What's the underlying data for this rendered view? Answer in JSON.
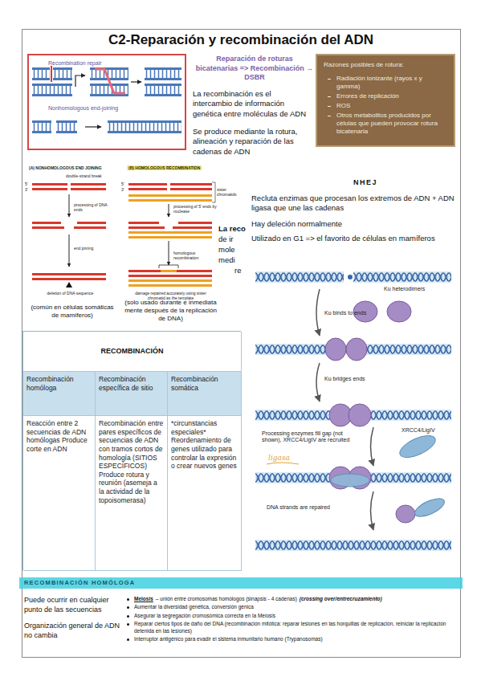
{
  "diagram": {
    "title": "C2-Reparación y recombinación del ADN",
    "nodes": [
      {
        "text": [
          "Recombination repair",
          "Nonhomologous end-joining"
        ]
      },
      {
        "text": [
          "Razones posibles de rotura:",
          "Radiación ionizante (rayos x y gamma)",
          "Errores de replicación",
          "ROS",
          "Otros metabolitos producidos por células que pueden provocar rotura bicatenaria"
        ]
      },
      {
        "text": [
          "RECOMBINACIÓN",
          "Recombinación homóloga",
          "Recombinación específica de sitio",
          "Recombinación somática",
          "Reacción entre 2 secuencias de ADN homólogas Produce corte en ADN",
          "Recombinación entre pares específicos de secuencias de ADN con tramos cortos de homología (SITIOS ESPECÍFICOS) Produce rotura y reunión (asemeja a la actividad de la topoisomerasa)",
          "*circunstancias especiales* Reordenamiento de genes utilizado para controlar la expresión o crear nuevos genes"
        ]
      },
      {
        "text": [
          "RECOMBINACIÓN HOMÓLOGA"
        ]
      }
    ],
    "labels": [
      "Reparación de roturas bicatenarias => Recombinación → DSBR",
      "La recombinación es el intercambio de información genética entre moléculas de ADN",
      "Se produce mediante la rotura, alineación y reparación de las cadenas de ADN",
      "(A) NONHOMOLOGOUS END JOINING",
      "(B) HOMOLOGOUS RECOMBINATION",
      "double-strand break",
      "5'",
      "3'",
      "5'",
      "3'",
      "sister chromatids",
      "processing of DNA ends",
      "processing of 5' ends by nuclease",
      "end joining",
      "homologous recombination",
      "deletion of DNA sequence",
      "damage repaired accurately using sister chromatid as the template",
      "(común en células somáticas de mamíferos)",
      "(solo usado durante e inmediata mente después de la replicación de DNA)",
      "La reco",
      "de ir",
      "mole",
      "medi",
      "re",
      "NHEJ",
      "Recluta enzimas que procesan los extremos de ADN + ADN ligasa que une las cadenas",
      "Hay deleción normalmente",
      "Utilizado en G1 => el favorito de células en mamíferos",
      "Ku heterodimers",
      "Ku binds to ends",
      "Ku bridges ends",
      "Processing enzymes fill gap (not shown), XRCC4/LigIV are recruited",
      "XRCC4/LigIV",
      "ligasa",
      "DNA strands are repaired",
      "Puede ocurrir en cualquier punto de las secuencias",
      "Organización general de ADN no cambia",
      "Meiosis",
      "– unión entre cromosomas homólogos (sinapsis - 4 cadenas)",
      "(crossing over/entrecruzamiento)",
      "Aumentar la diversidad genética, conversión génica",
      "Asegurar la segregación cromosómica correcta en la Meiosis",
      "Reparar ciertos tipos de daño del DNA (recombinación mitótica: reparar lesiones en las horquillas de replicación, reiniciar la replicación detenida en las lesiones)",
      "Interruptor antigénico para evadir el sistema inmunitario humano (Trypanosomas)"
    ]
  }
}
